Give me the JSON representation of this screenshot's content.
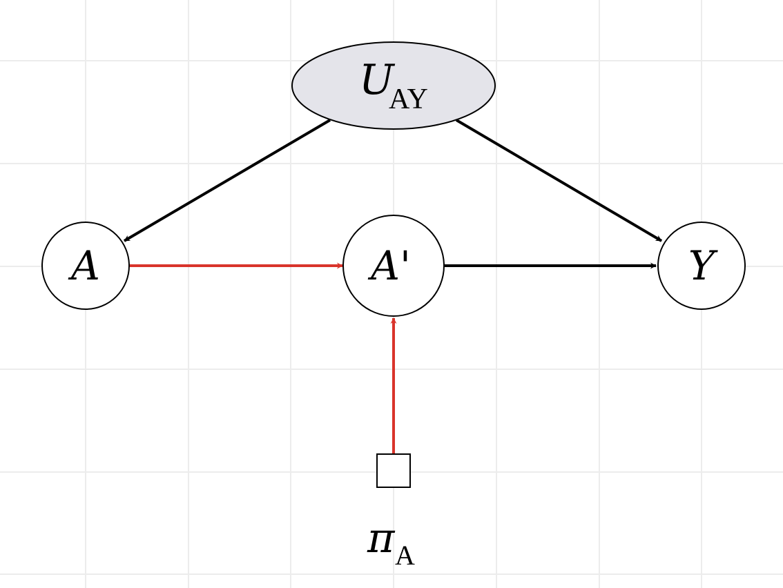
{
  "nodes": {
    "u_ay": {
      "label": "U",
      "sub": "AY",
      "fill": "#e4e4ea",
      "shape": "ellipse"
    },
    "a": {
      "label": "A",
      "shape": "circle"
    },
    "a_prime": {
      "label": "A'",
      "shape": "circle"
    },
    "y": {
      "label": "Y",
      "shape": "circle"
    },
    "pi_a": {
      "label": "π",
      "sub": "A",
      "shape": "square"
    }
  },
  "edges": [
    {
      "from": "u_ay",
      "to": "a",
      "color": "#000000"
    },
    {
      "from": "u_ay",
      "to": "y",
      "color": "#000000"
    },
    {
      "from": "a",
      "to": "a_prime",
      "color": "#d9342b"
    },
    {
      "from": "a_prime",
      "to": "y",
      "color": "#000000"
    },
    {
      "from": "pi_a",
      "to": "a_prime",
      "color": "#d9342b"
    }
  ],
  "colors": {
    "grid": "#ececec",
    "black_edge": "#000000",
    "red_edge": "#d9342b",
    "latent_fill": "#e4e4ea"
  }
}
